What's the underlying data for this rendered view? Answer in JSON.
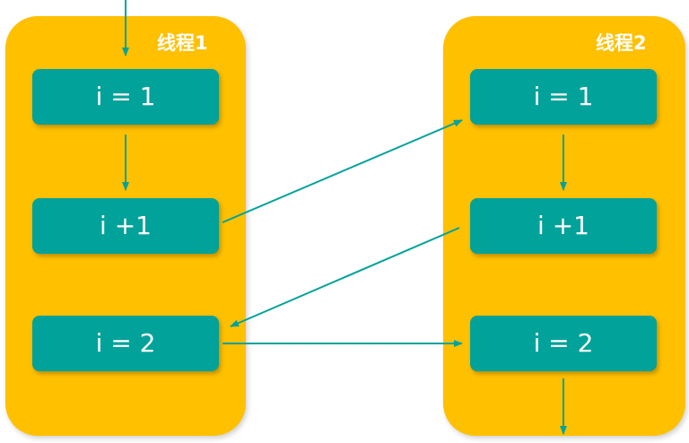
{
  "thread1": {
    "label": "线程1",
    "steps": [
      "i = 1",
      "i +1",
      "i = 2"
    ]
  },
  "thread2": {
    "label": "线程2",
    "steps": [
      "i = 1",
      "i +1",
      "i = 2"
    ]
  },
  "colors": {
    "thread_bg": "#FFC000",
    "step_bg": "#00A29A",
    "arrow": "#00A29A",
    "text": "#FFFFFF"
  }
}
